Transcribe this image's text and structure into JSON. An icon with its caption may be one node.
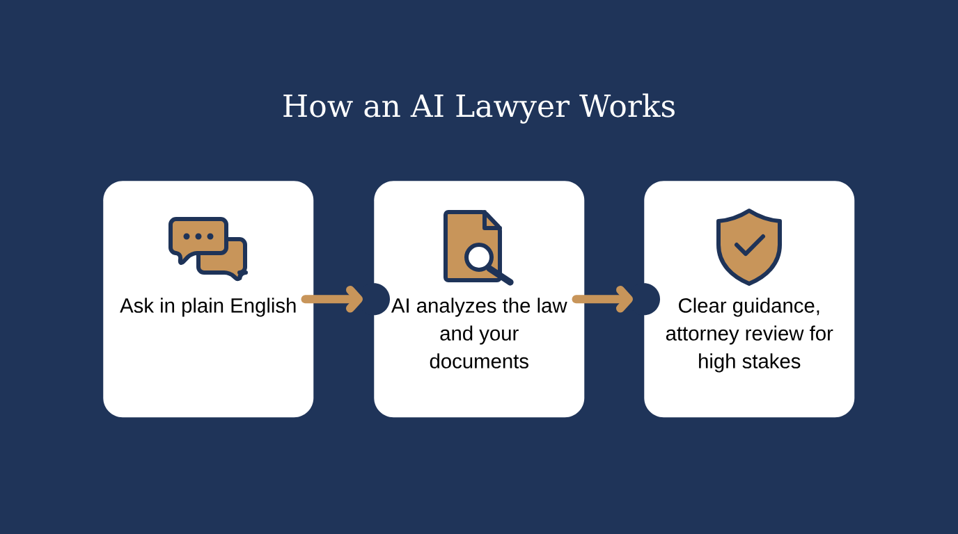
{
  "diagram": {
    "title": "How an AI Lawyer Works",
    "nodes": [
      {
        "text": [
          "Ask in plain English"
        ]
      },
      {
        "text": [
          "AI analyzes the law and your documents"
        ]
      },
      {
        "text": [
          "Clear guidance, attorney review for high stakes"
        ]
      }
    ],
    "edges": [
      {
        "from": 0,
        "to": 1,
        "arrow": "to"
      },
      {
        "from": 1,
        "to": 2,
        "arrow": "to"
      }
    ]
  }
}
